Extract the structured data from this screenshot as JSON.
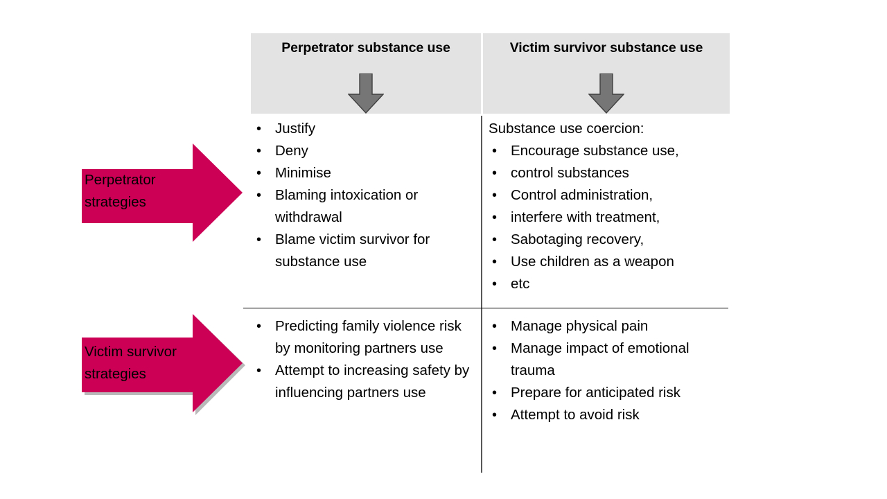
{
  "colors": {
    "header_bg": "#e3e3e3",
    "pink_arrow": "#cc0055",
    "down_arrow": "#767676",
    "divider": "#595959",
    "text": "#000000"
  },
  "table": {
    "columns": [
      {
        "header": "Perpetrator substance use",
        "icon": "down-arrow-icon"
      },
      {
        "header": "Victim survivor substance use",
        "icon": "down-arrow-icon"
      }
    ],
    "rows": [
      {
        "row_label": "Perpetrator\nstrategies",
        "cells": [
          {
            "lead": "",
            "bullets": [
              "Justify",
              "Deny",
              "Minimise",
              "Blaming intoxication or withdrawal",
              "Blame victim survivor for substance use"
            ]
          },
          {
            "lead": "Substance use coercion:",
            "bullets": [
              "Encourage substance use,",
              "control substances",
              "Control administration,",
              "interfere with treatment,",
              "Sabotaging recovery,",
              "Use children as a weapon",
              "etc"
            ]
          }
        ]
      },
      {
        "row_label": "Victim survivor\nstrategies",
        "cells": [
          {
            "lead": "",
            "bullets": [
              "Predicting family violence risk by monitoring partners use",
              "Attempt to increasing safety  by influencing partners use"
            ]
          },
          {
            "lead": "",
            "bullets": [
              "Manage physical pain",
              "Manage impact of emotional trauma",
              "Prepare for anticipated risk",
              "Attempt to avoid risk"
            ]
          }
        ]
      }
    ]
  }
}
